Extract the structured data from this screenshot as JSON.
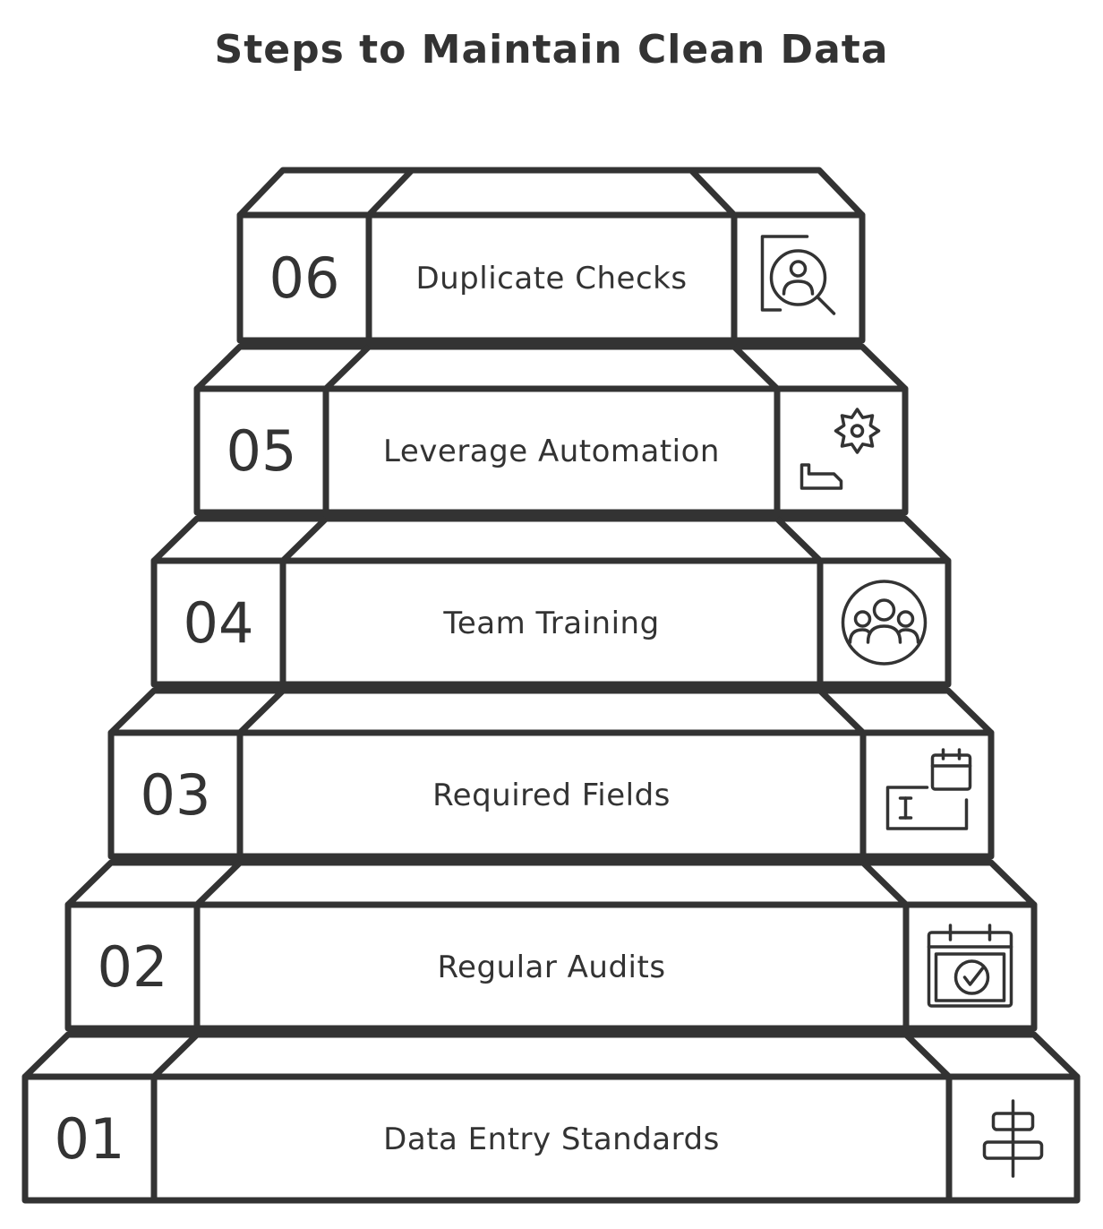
{
  "title": "Steps to Maintain Clean Data",
  "steps": [
    {
      "number": "01",
      "label": "Data Entry Standards",
      "icon": "align-center-icon"
    },
    {
      "number": "02",
      "label": "Regular Audits",
      "icon": "calendar-check-icon"
    },
    {
      "number": "03",
      "label": "Required Fields",
      "icon": "form-field-calendar-icon"
    },
    {
      "number": "04",
      "label": "Team Training",
      "icon": "team-group-icon"
    },
    {
      "number": "05",
      "label": "Leverage Automation",
      "icon": "gear-conveyor-icon"
    },
    {
      "number": "06",
      "label": "Duplicate Checks",
      "icon": "document-search-user-icon"
    }
  ],
  "colors": {
    "stroke": "#333333",
    "fill": "#ffffff"
  }
}
